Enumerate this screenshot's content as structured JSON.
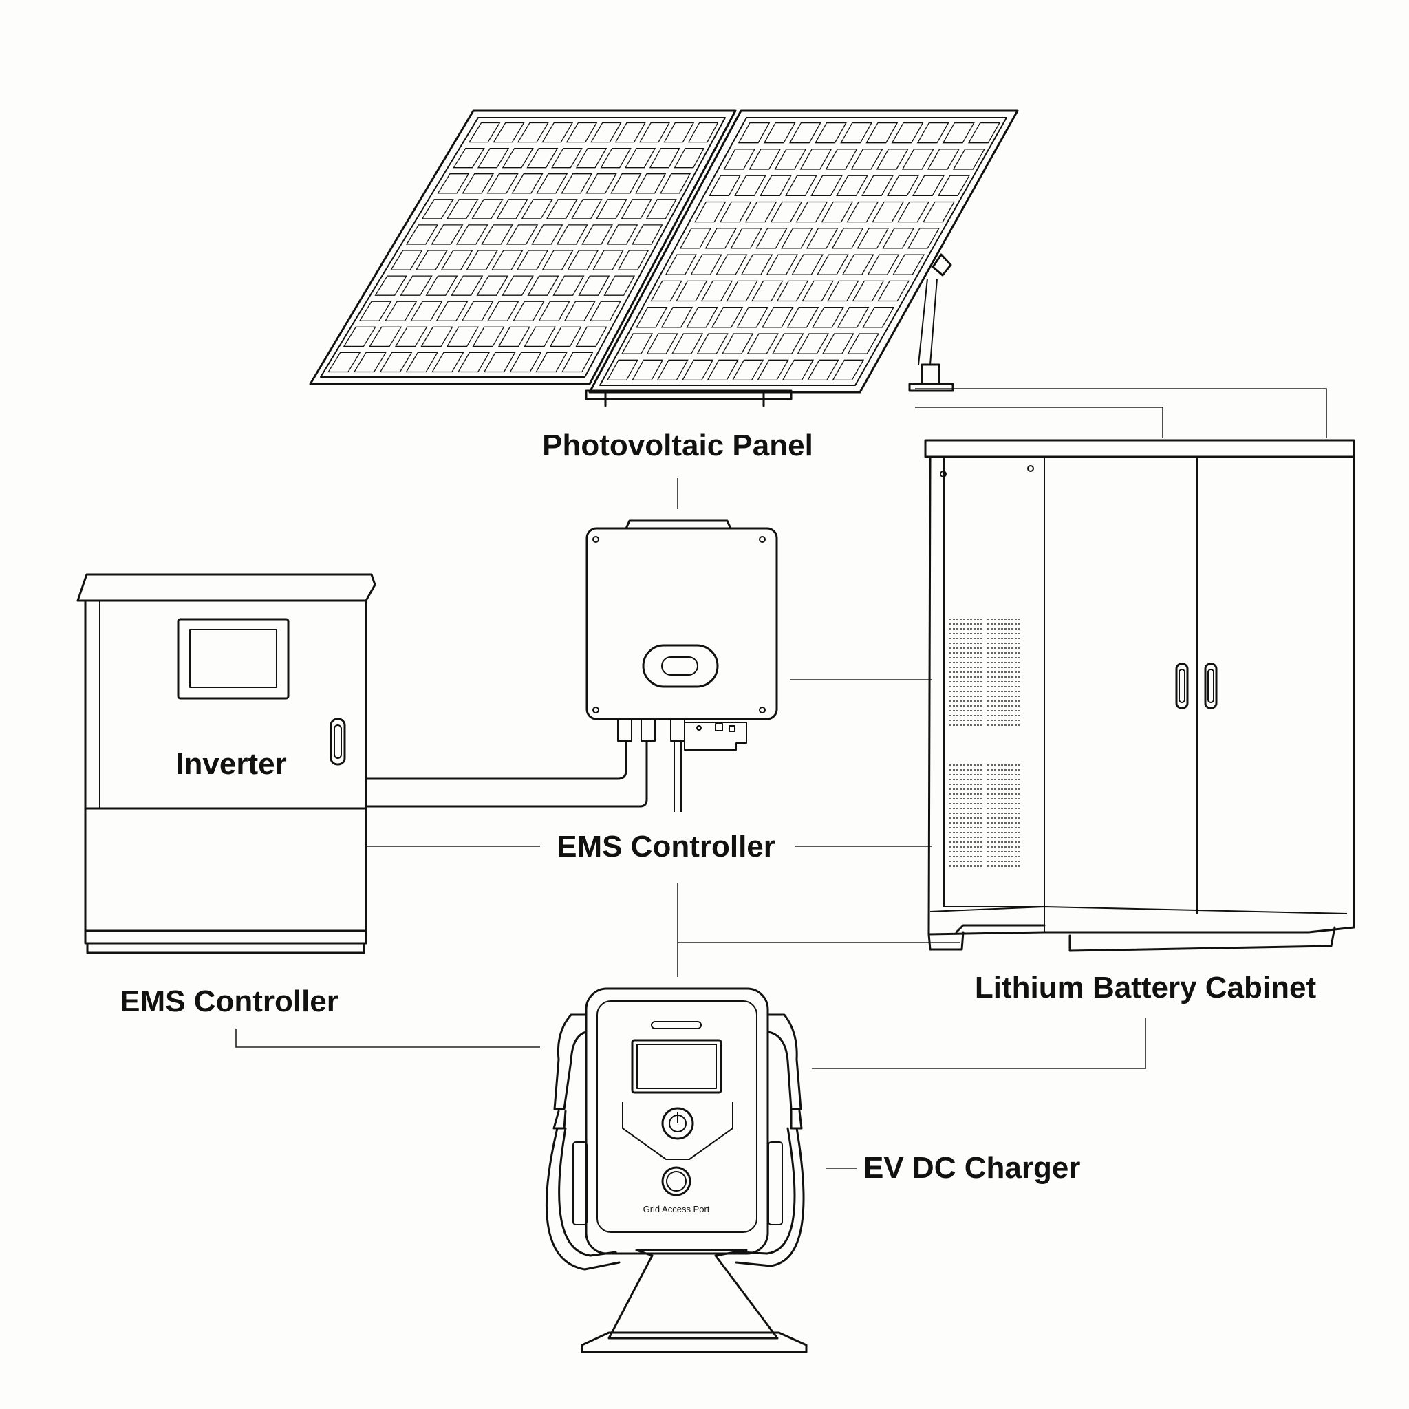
{
  "labels": {
    "photovoltaic_panel": "Photovoltaic Panel",
    "inverter": "Inverter",
    "ems_controller_center": "EMS Controller",
    "ems_controller_left": "EMS Controller",
    "lithium_battery_cabinet": "Lithium Battery Cabinet",
    "ev_dc_charger": "EV DC Charger",
    "grid_access_port": "Grid Access Port"
  }
}
